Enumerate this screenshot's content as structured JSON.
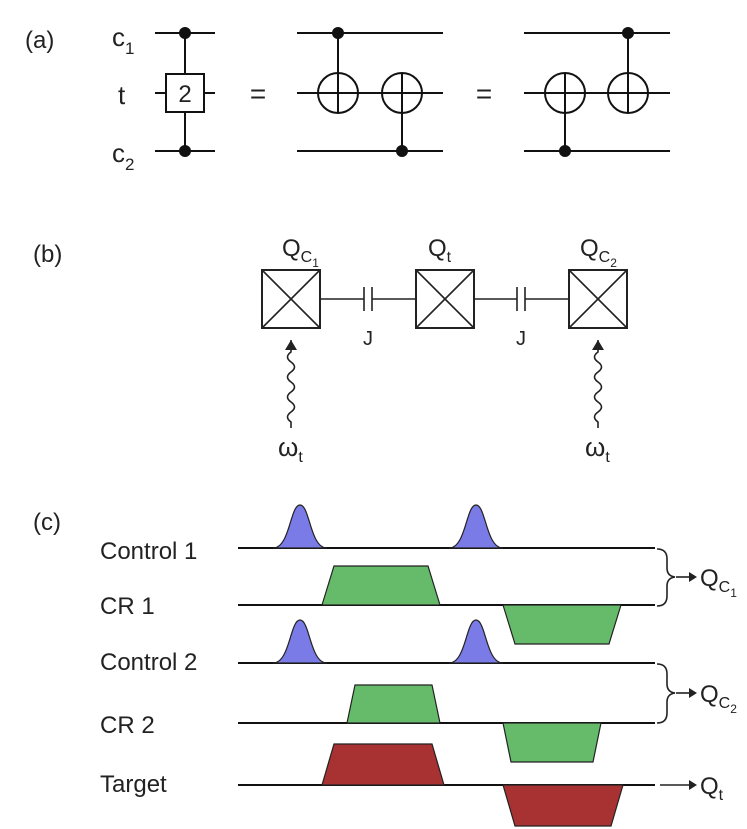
{
  "panel_a": {
    "label": "(a)",
    "wires": [
      {
        "name": "c",
        "sub": "1"
      },
      {
        "name": "t",
        "sub": ""
      },
      {
        "name": "c",
        "sub": "2"
      }
    ],
    "gate_label": "2",
    "equals": [
      "=",
      "="
    ]
  },
  "panel_b": {
    "label": "(b)",
    "qubits": [
      {
        "name": "Q",
        "sub": "C",
        "subsub": "1"
      },
      {
        "name": "Q",
        "sub": "t",
        "subsub": ""
      },
      {
        "name": "Q",
        "sub": "C",
        "subsub": "2"
      }
    ],
    "coupler_label": "J",
    "drive_label": {
      "name": "ω",
      "sub": "t"
    }
  },
  "panel_c": {
    "label": "(c)",
    "rows": [
      {
        "label": "Control 1"
      },
      {
        "label": "CR 1"
      },
      {
        "label": "Control 2"
      },
      {
        "label": "CR 2"
      },
      {
        "label": "Target"
      }
    ],
    "outputs": [
      {
        "name": "Q",
        "sub": "C",
        "subsub": "1"
      },
      {
        "name": "Q",
        "sub": "C",
        "subsub": "2"
      },
      {
        "name": "Q",
        "sub": "t",
        "subsub": ""
      }
    ],
    "colors": {
      "control_pulse": "#7b7be8",
      "cr_pulse": "#66bb6a",
      "target_pulse": "#a83232"
    }
  }
}
